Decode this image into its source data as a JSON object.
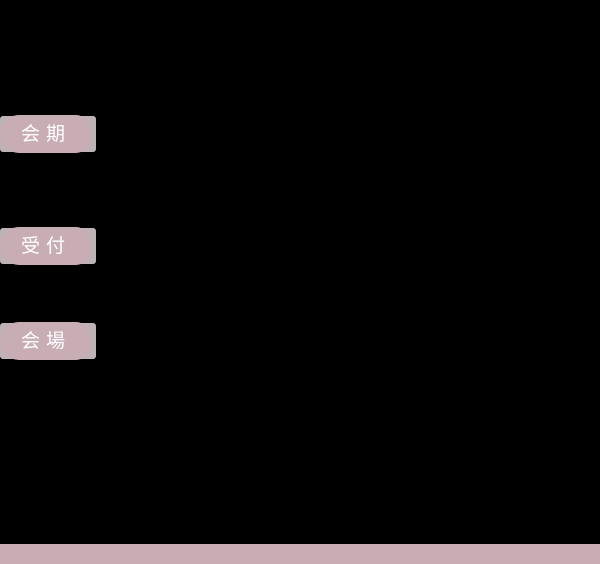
{
  "labels": [
    {
      "id": "period",
      "text": "会期"
    },
    {
      "id": "reception",
      "text": "受付"
    },
    {
      "id": "venue",
      "text": "会場"
    }
  ],
  "colors": {
    "background": "#000000",
    "accent": "#c8adb5",
    "label_text": "#ffffff"
  }
}
